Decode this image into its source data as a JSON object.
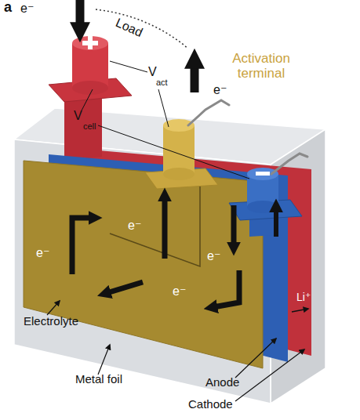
{
  "diagram": {
    "labels": [
      "a",
      "e⁻",
      "Load",
      "Activation terminal",
      "e⁻",
      "V",
      "act",
      "V",
      "cell",
      "e⁻",
      "e⁻",
      "e⁻",
      "e⁻",
      "Li⁺",
      "Electrolyte",
      "Metal foil",
      "Anode",
      "Cathode"
    ]
  }
}
